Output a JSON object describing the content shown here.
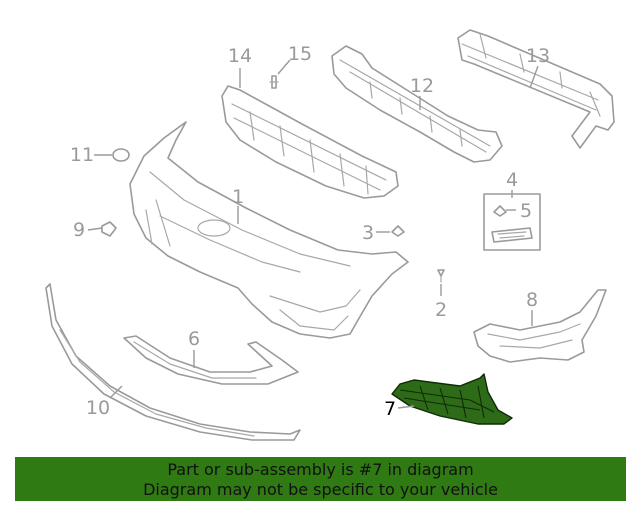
{
  "diagram": {
    "callouts": {
      "c1": "1",
      "c2": "2",
      "c3": "3",
      "c4": "4",
      "c5": "5",
      "c6": "6",
      "c7": "7",
      "c8": "8",
      "c9": "9",
      "c10": "10",
      "c11": "11",
      "c12": "12",
      "c13": "13",
      "c14": "14",
      "c15": "15"
    },
    "highlighted_part": "7",
    "highlight_color": "#2e6b18",
    "line_color": "#9a9a9a"
  },
  "banner": {
    "line1": "Part or sub-assembly is #7 in diagram",
    "line2": "Diagram may not be specific to your vehicle",
    "background": "#2f7a12"
  }
}
